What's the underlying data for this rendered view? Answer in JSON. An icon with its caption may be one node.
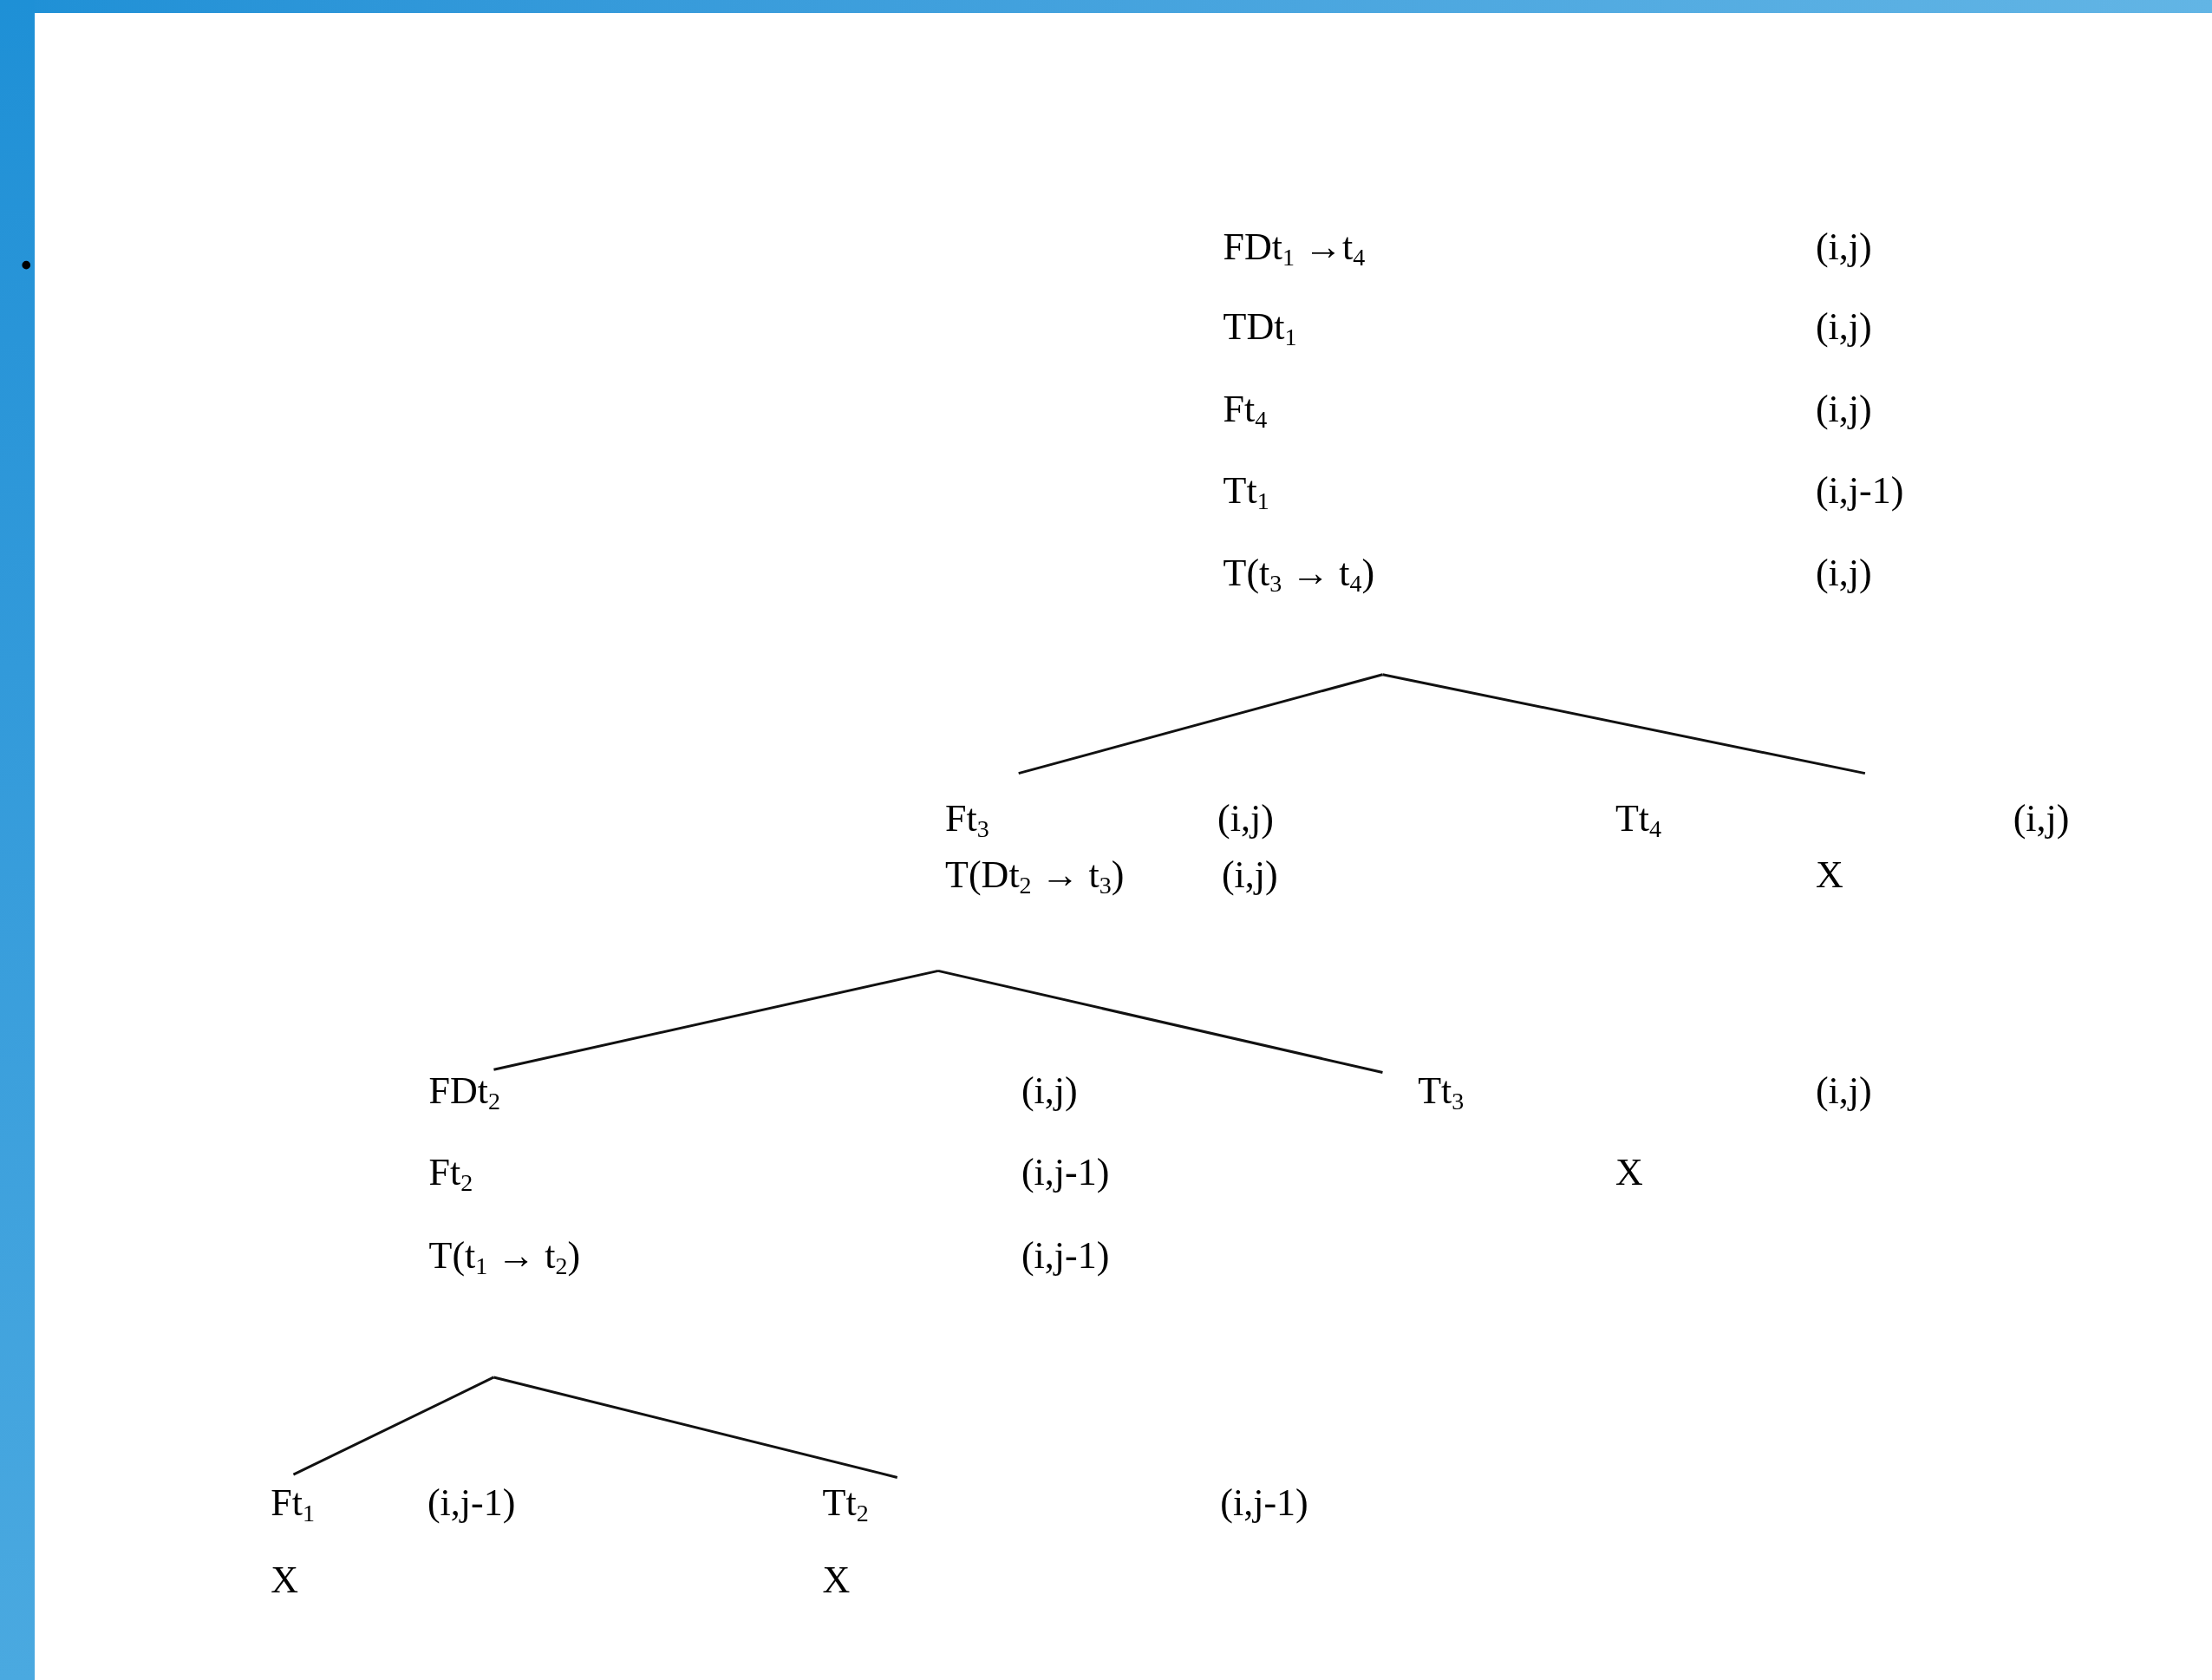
{
  "diagram": {
    "nodes": [
      {
        "text": [
          "FDt$_{1}$ →t$_{4}$",
          "(i,j)",
          "TDt$_{1}$",
          "(i,j)",
          "Ft$_{4}$",
          "(i,j)",
          "Tt$_{1}$",
          "(i,j-1)",
          "T(t$_{3}$ → t$_{4}$)",
          "(i,j)"
        ]
      },
      {
        "text": [
          "Ft$_{3}$",
          "(i,j)",
          "T(Dt$_{2}$ → t$_{3}$)",
          "(i,j)"
        ]
      },
      {
        "text": [
          "Tt$_{4}$",
          "(i,j)",
          "X"
        ]
      },
      {
        "text": [
          "FDt$_{2}$",
          "(i,j)",
          "Ft$_{2}$",
          "(i,j-1)",
          "T(t$_{1}$ → t$_{2}$)",
          "(i,j-1)"
        ]
      },
      {
        "text": [
          "Tt$_{3}$",
          "(i,j)",
          "X"
        ]
      },
      {
        "text": [
          "Ft$_{1}$",
          "(i,j-1)",
          "X"
        ]
      },
      {
        "text": [
          "Tt$_{2}$",
          "(i,j-1)",
          "X"
        ]
      }
    ],
    "edges": [
      {
        "from": 0,
        "to": 1,
        "arrow": "none"
      },
      {
        "from": 0,
        "to": 2,
        "arrow": "none"
      },
      {
        "from": 1,
        "to": 3,
        "arrow": "none"
      },
      {
        "from": 1,
        "to": 4,
        "arrow": "none"
      },
      {
        "from": 3,
        "to": 5,
        "arrow": "none"
      },
      {
        "from": 3,
        "to": 6,
        "arrow": "none"
      }
    ],
    "labels": [
      "."
    ]
  }
}
